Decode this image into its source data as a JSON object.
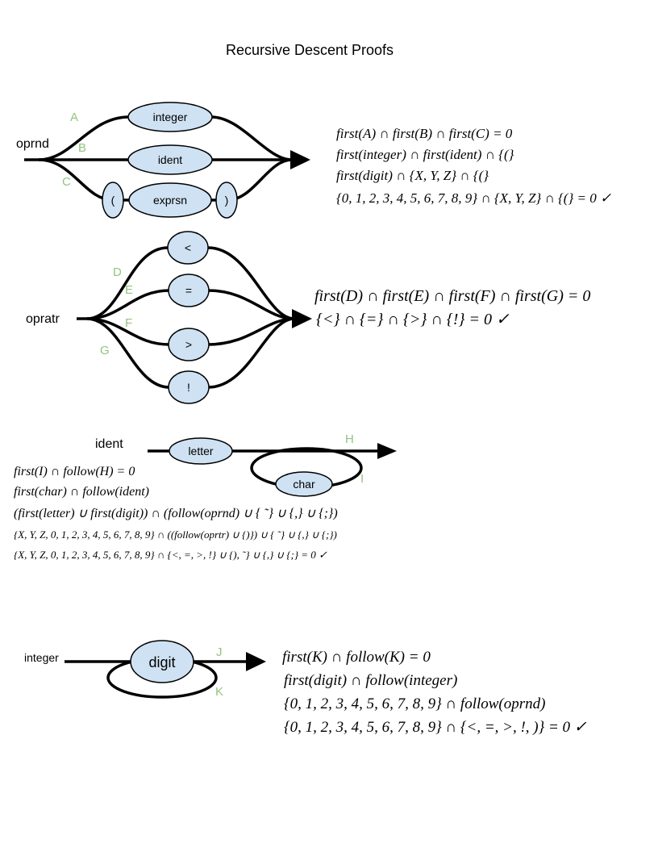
{
  "title": "Recursive Descent Proofs",
  "colors": {
    "node_fill": "#cfe2f3",
    "path_label": "#93c47d",
    "line": "#000000"
  },
  "oprnd": {
    "name": "oprnd",
    "nodes": {
      "integer": "integer",
      "ident": "ident",
      "lparen": "(",
      "exprsn": "exprsn",
      "rparen": ")"
    },
    "paths": {
      "a": "A",
      "b": "B",
      "c": "C"
    },
    "proof": [
      "first(A)  ∩ first(B) ∩ first(C)  =  0",
      "first(integer)  ∩ first(ident) ∩ {(}",
      "first(digit) ∩ {X, Y, Z} ∩ {(}",
      "{0, 1, 2, 3, 4, 5, 6, 7, 8, 9} ∩ {X, Y, Z} ∩ {(} = 0 ✓"
    ]
  },
  "opratr": {
    "name": "opratr",
    "nodes": {
      "lt": "<",
      "eq": "=",
      "gt": ">",
      "bang": "!"
    },
    "paths": {
      "d": "D",
      "e": "E",
      "f": "F",
      "g": "G"
    },
    "proof": [
      "first(D)  ∩ first(E) ∩ first(F) ∩ first(G)  =  0",
      "{<} ∩ {=} ∩ {>} ∩ {!} = 0 ✓"
    ]
  },
  "ident": {
    "name": "ident",
    "nodes": {
      "letter": "letter",
      "char": "char"
    },
    "paths": {
      "h": "H",
      "i": "I"
    },
    "proof": [
      "first(I) ∩ follow(H) = 0",
      "first(char) ∩ follow(ident)",
      "(first(letter) ∪ first(digit)) ∩ (follow(oprnd) ∪ { ˜} ∪ {,} ∪ {;})",
      "{X, Y, Z, 0, 1, 2, 3, 4, 5, 6, 7, 8, 9} ∩ ((follow(oprtr) ∪ {)}) ∪ { ˜} ∪ {,} ∪ {;})",
      "{X, Y, Z, 0, 1, 2, 3, 4, 5, 6, 7, 8, 9} ∩ {<, =, >, !} ∪ {), ˜} ∪ {,} ∪ {;} = 0 ✓"
    ]
  },
  "integer": {
    "name": "integer",
    "nodes": {
      "digit": "digit"
    },
    "paths": {
      "j": "J",
      "k": "K"
    },
    "proof": [
      "first(K) ∩ follow(K) = 0",
      "first(digit) ∩ follow(integer)",
      "{0, 1, 2, 3, 4, 5, 6, 7, 8, 9} ∩ follow(oprnd)",
      "{0, 1, 2, 3, 4, 5, 6, 7, 8, 9} ∩ {<, =, >, !, )} = 0 ✓"
    ]
  }
}
